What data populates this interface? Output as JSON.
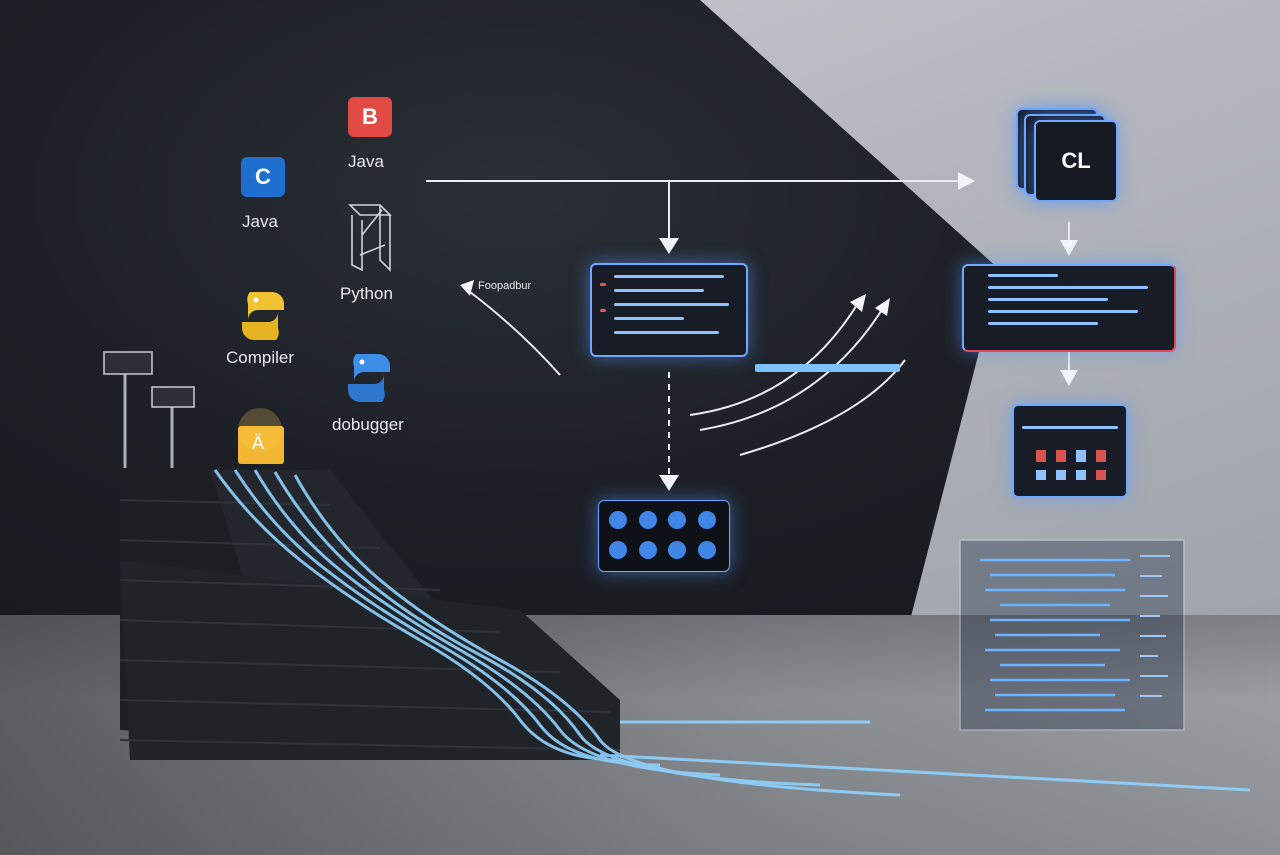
{
  "labels": {
    "b_icon": "B",
    "c_icon": "C",
    "java_1": "Java",
    "java_2": "Java",
    "python": "Python",
    "compiler": "Compiler",
    "debugger": "dobugger",
    "cl_stack": "CL",
    "pipeline_text": "Foopadbur",
    "stair_top_icon": "Ä"
  },
  "colors": {
    "b_icon": "#e24a44",
    "c_icon": "#1f6fd1",
    "python_yellow": "#f1c232",
    "python_blue": "#3d8ee8",
    "glow": "#6fa8ff",
    "cable": "#8fd2ff"
  }
}
